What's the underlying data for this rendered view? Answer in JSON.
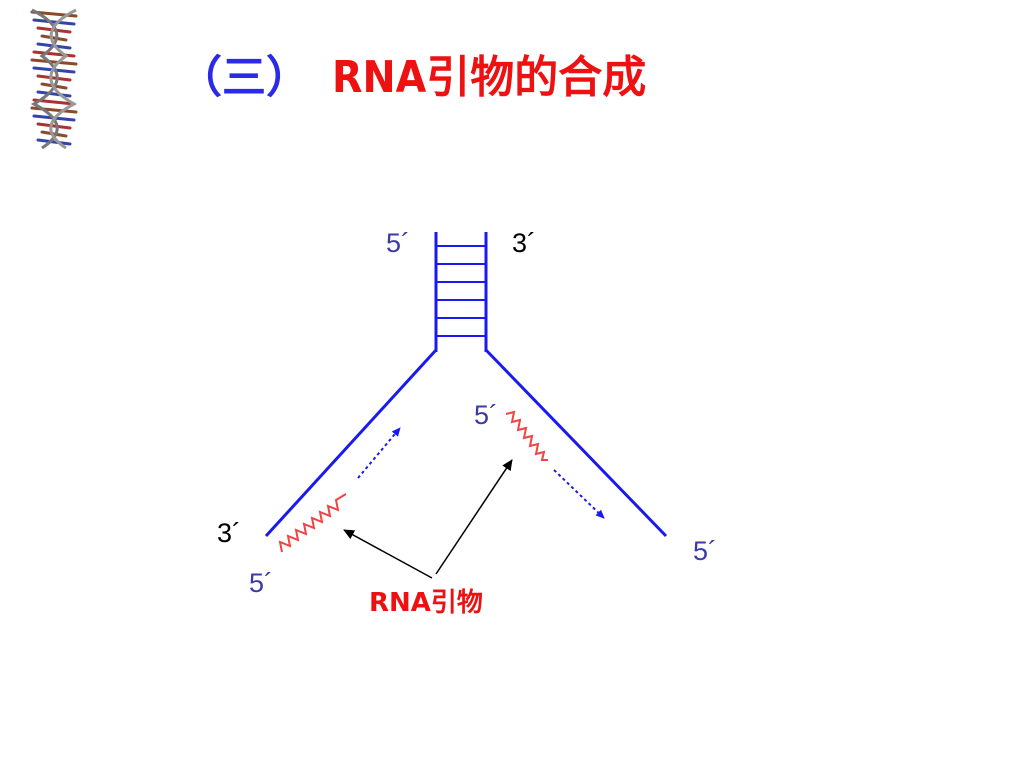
{
  "title": {
    "numbering": "（三）",
    "text": "RNA引物的合成"
  },
  "labels": {
    "top_left": "5´",
    "top_right": "3´",
    "mid_primer_end": "5´",
    "left_strand_end": "3´",
    "left_primer_end": "5´",
    "right_strand_end": "5´"
  },
  "primer_label": "RNA引物",
  "colors": {
    "strand": "#1a1aee",
    "primer": "#ee4444",
    "title_red": "#ee1111",
    "title_blue": "#2a2ae8",
    "label_blue": "#3a3aa8"
  },
  "icons": {
    "logo": "dna-double-helix-icon"
  }
}
